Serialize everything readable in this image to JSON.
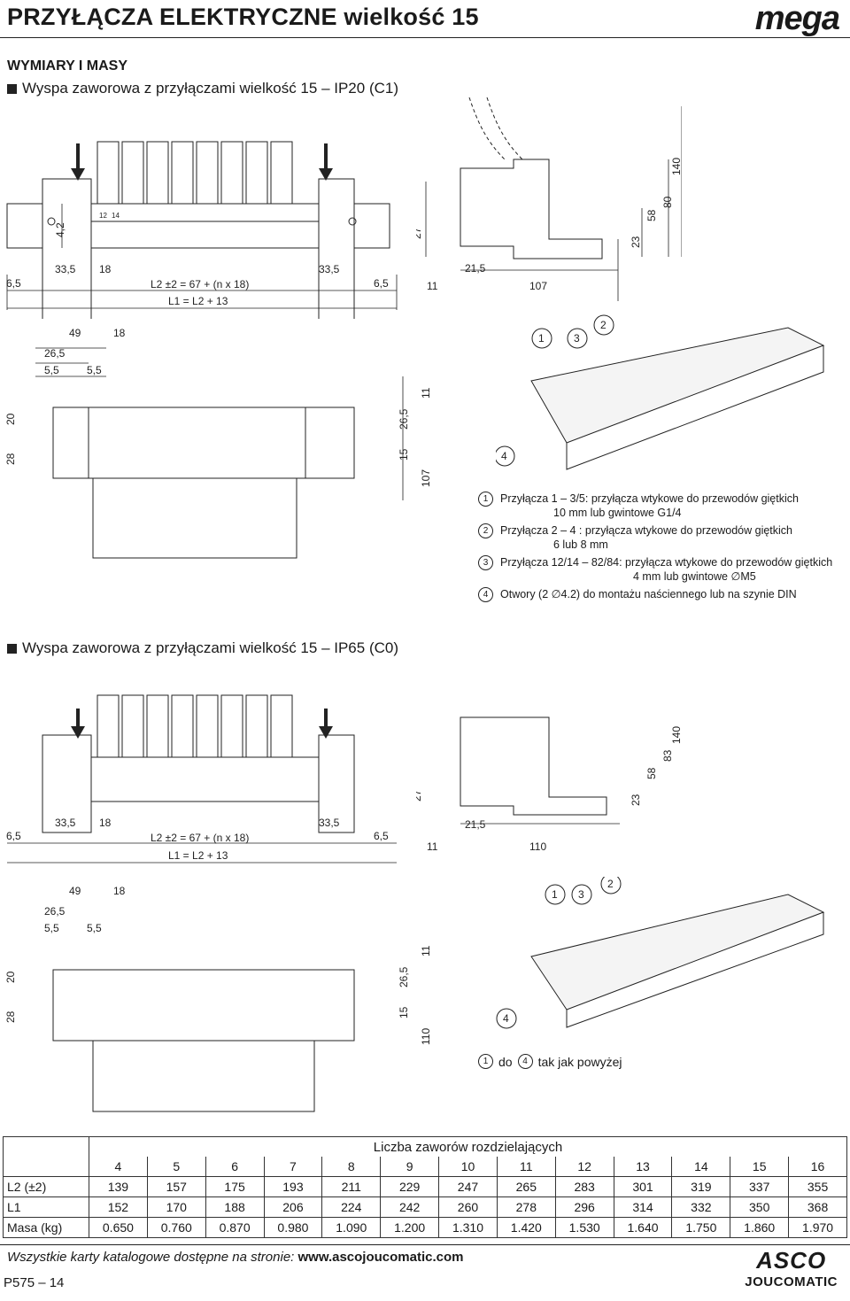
{
  "header": {
    "title": "PRZYŁĄCZA ELEKTRYCZNE wielkość 15",
    "logo": "mega"
  },
  "section_title": "WYMIARY I MASY",
  "part1": {
    "heading": "Wyspa zaworowa z przyłączami wielkość 15 – IP20 (C1)",
    "dims_front": [
      "6,5",
      "33,5",
      "18",
      "33,5",
      "6,5",
      "4,2"
    ],
    "formula_l2": "L2 ±2 = 67 + (n x 18)",
    "formula_l1": "L1 = L2 + 13",
    "dims_side": [
      "27",
      "11",
      "21,5",
      "107",
      "23",
      "58",
      "80",
      "140"
    ],
    "dims_top": [
      "49",
      "18",
      "26,5",
      "5,5",
      "5,5",
      "20",
      "28",
      "15",
      "26,5",
      "11",
      "107"
    ],
    "port_labels": [
      "12",
      "14"
    ],
    "callouts": [
      "1",
      "3",
      "2",
      "4"
    ],
    "legend": [
      {
        "n": "1",
        "text": "Przyłącza 1 – 3/5: przyłącza wtykowe do przewodów giętkich",
        "text2": "10 mm lub gwintowe G1/4"
      },
      {
        "n": "2",
        "text": "Przyłącza 2 – 4   : przyłącza wtykowe do przewodów giętkich",
        "text2": "6 lub 8 mm"
      },
      {
        "n": "3",
        "text": "Przyłącza 12/14 – 82/84: przyłącza wtykowe do przewodów giętkich",
        "text2": "4 mm lub gwintowe ∅M5"
      },
      {
        "n": "4",
        "text": "Otwory (2 ∅4.2) do montażu naściennego lub na szynie DIN",
        "text2": ""
      }
    ]
  },
  "part2": {
    "heading": "Wyspa zaworowa z przyłączami wielkość 15 – IP65 (C0)",
    "dims_side": [
      "27",
      "11",
      "21,5",
      "110",
      "23",
      "58",
      "83",
      "140"
    ],
    "dims_top_right": [
      "15",
      "26,5",
      "11",
      "110"
    ],
    "legend_text": "do",
    "legend_tail": "tak jak powyżej"
  },
  "table": {
    "caption": "Liczba zaworów rozdzielających",
    "columns": [
      "4",
      "5",
      "6",
      "7",
      "8",
      "9",
      "10",
      "11",
      "12",
      "13",
      "14",
      "15",
      "16"
    ],
    "rows": [
      {
        "label": "L2 (±2)",
        "values": [
          "139",
          "157",
          "175",
          "193",
          "211",
          "229",
          "247",
          "265",
          "283",
          "301",
          "319",
          "337",
          "355"
        ]
      },
      {
        "label": "L1",
        "values": [
          "152",
          "170",
          "188",
          "206",
          "224",
          "242",
          "260",
          "278",
          "296",
          "314",
          "332",
          "350",
          "368"
        ]
      },
      {
        "label": "Masa (kg)",
        "values": [
          "0.650",
          "0.760",
          "0.870",
          "0.980",
          "1.090",
          "1.200",
          "1.310",
          "1.420",
          "1.530",
          "1.640",
          "1.750",
          "1.860",
          "1.970"
        ]
      }
    ]
  },
  "footer": {
    "text": "Wszystkie karty katalogowe dostępne na stronie: ",
    "url": "www.ascojoucomatic.com",
    "page": "P575 – 14"
  },
  "brand": {
    "top": "ASCO",
    "bottom": "JOUCOMATIC"
  }
}
